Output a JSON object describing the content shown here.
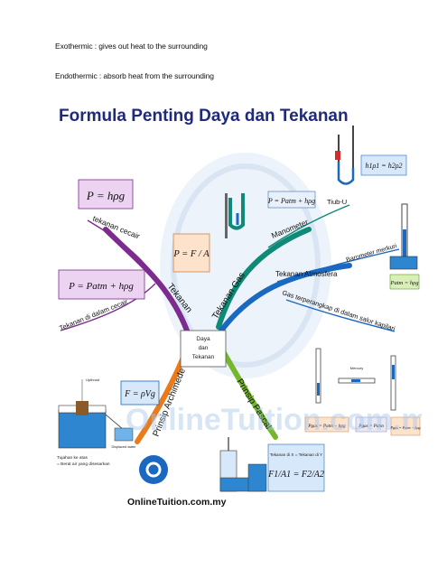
{
  "doc": {
    "line1": "Exothermic : gives out heat to the surrounding",
    "line2": "Endothermic : absorb heat from the surrounding"
  },
  "mindmap": {
    "title": "Formula Penting Daya dan Tekanan",
    "center": [
      "Daya",
      "dan",
      "Tekanan"
    ],
    "branches": {
      "tekanan": "Tekanan",
      "tekanan_gas": "Tekanan Gas",
      "archimede": "Prinsip Archimede",
      "pascal": "Prinsip Pascal"
    },
    "sub_branches": {
      "tekanan_cecair": "tekanan cecair",
      "tekanan_dalam_cecair": "Tekanan di dalam cecair",
      "manometer": "Manometer",
      "tiub_u": "Tiub-U",
      "tekanan_atmosfera": "Tekanan Atmosfera",
      "barometer": "Barometer merkuri",
      "gas_terperangkap": "Gas terperangkap di dalam salur kapilari"
    },
    "formulas": {
      "p_hpg": "P = hρg",
      "p_fa": "P = F / A",
      "p_atm": "P = Patm + hρg",
      "f_pvg": "F = ρVg",
      "manometer": "P = Patm + hρg",
      "tiub_u": "h1ρ1 = h2ρ2",
      "barometer": "Patm = hρg",
      "gas1": "Pgas = Patm − hρg",
      "gas2": "Pgas = Patm",
      "gas3": "Pgas = Patm − hρg",
      "pascal_text": "Tekanan di X = Tekanan di Y",
      "pascal": "F1/A1 = F2/A2"
    },
    "notes": {
      "upthrust": "Upthrust",
      "displaced": "Displaced water",
      "tujahan": "Tujahan ke atas",
      "berat": "= Berat air yang disesarkan",
      "mercury": "Mercury"
    },
    "site": "OnlineTuition.com.my",
    "watermark": "OnlineTuition.com.my"
  },
  "colors": {
    "purple": "#7b2c8e",
    "teal": "#0f8a78",
    "blue": "#1a68c0",
    "orange": "#ea7a1a",
    "green": "#73b82c",
    "title": "#1f2a7a"
  }
}
